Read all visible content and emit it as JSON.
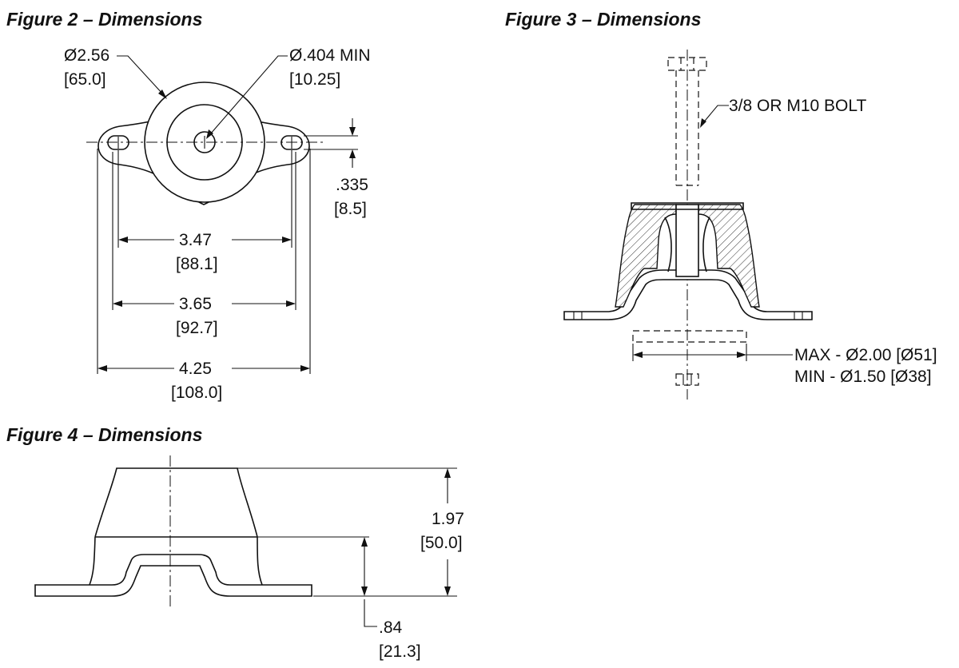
{
  "figures": {
    "fig2": {
      "title": "Figure 2 – Dimensions",
      "flange_diameter": {
        "value": "Ø2.56",
        "metric": "[65.0]"
      },
      "hole_diameter": {
        "value": "Ø.404 MIN",
        "metric": "[10.25]"
      },
      "slot_width": {
        "value": ".335",
        "metric": "[8.5]"
      },
      "inner_span": {
        "value": "3.47",
        "metric": "[88.1]"
      },
      "center_span": {
        "value": "3.65",
        "metric": "[92.7]"
      },
      "overall_length": {
        "value": "4.25",
        "metric": "[108.0]"
      }
    },
    "fig3": {
      "title": "Figure 3 – Dimensions",
      "bolt": "3/8 OR M10 BOLT",
      "washer_max": "MAX - Ø2.00 [Ø51]",
      "washer_min": "MIN - Ø1.50 [Ø38]"
    },
    "fig4": {
      "title": "Figure 4 – Dimensions",
      "overall_height": {
        "value": "1.97",
        "metric": "[50.0]"
      },
      "base_height": {
        "value": ".84",
        "metric": "[21.3]"
      }
    }
  }
}
